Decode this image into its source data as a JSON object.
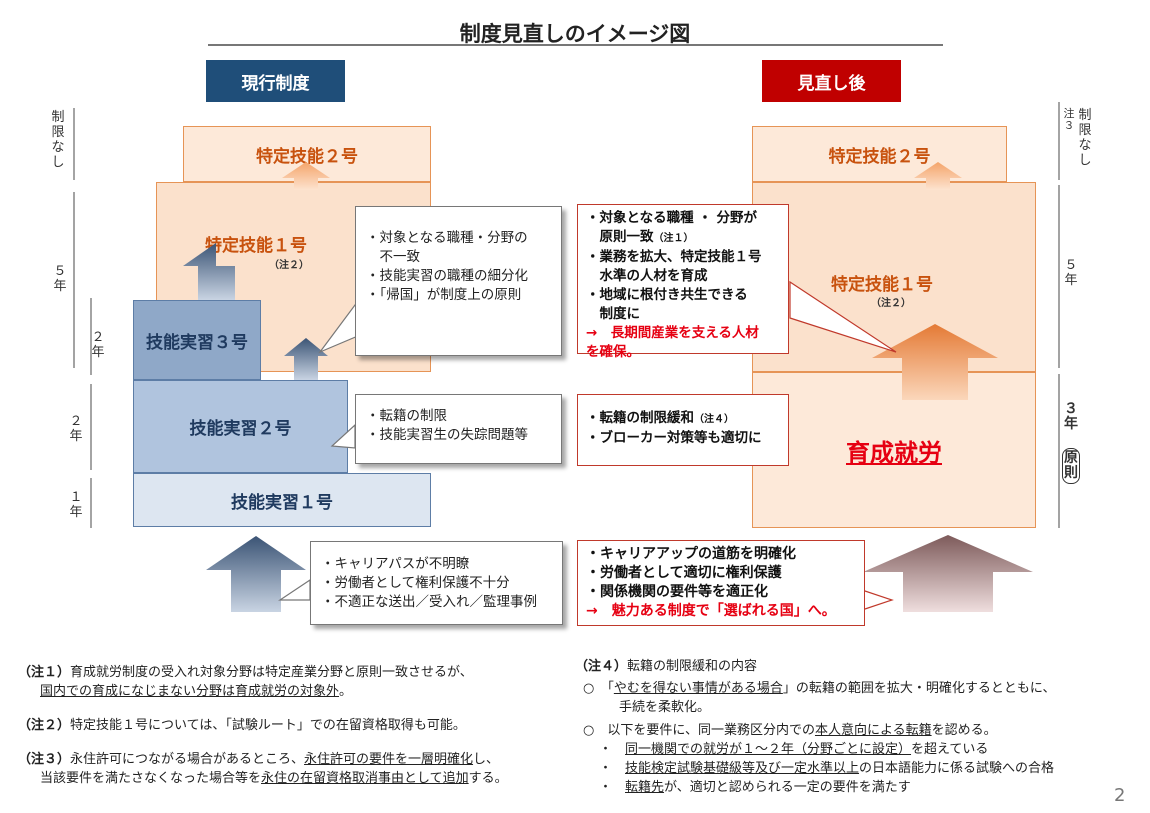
{
  "title": "制度見直しのイメージ図",
  "headers": {
    "current": "現行制度",
    "revised": "見直し後"
  },
  "colors": {
    "current_header": "#1f4e79",
    "revised_header": "#c00000",
    "accent_red": "#e60012"
  },
  "current": {
    "ssw2": "特定技能２号",
    "ssw1": "特定技能１号",
    "ssw1_note": "（注２）",
    "tit3": "技能実習３号",
    "tit2": "技能実習２号",
    "tit1": "技能実習１号"
  },
  "revised": {
    "ssw2": "特定技能２号",
    "ssw1": "特定技能１号",
    "ssw1_note": "（注２）",
    "ikusei": "育成就労"
  },
  "left_axis": {
    "top": "制限なし",
    "five": "５年",
    "two_a": "２年",
    "two_b": "２年",
    "one": "１年"
  },
  "right_axis": {
    "top_note": "注３",
    "top": "制限なし",
    "five": "５年",
    "three": "３年",
    "principle": "原則"
  },
  "issues": {
    "upper": [
      "・対象となる職種・分野の",
      "　不一致",
      "・技能実習の職種の細分化",
      "・「帰国」が制度上の原則"
    ],
    "middle": [
      "・転籍の制限",
      "・技能実習生の失踪問題等"
    ],
    "lower": [
      "・キャリアパスが不明瞭",
      "・労働者として権利保護不十分",
      "・不適正な送出／受入れ／監理事例"
    ]
  },
  "solutions": {
    "upper": {
      "l1": "・対象となる職種 ・ 分野が",
      "l2": "　原則一致",
      "l2_note": "（注１）",
      "l3": "・業務を拡大、特定技能１号",
      "l4": "　水準の人材を育成",
      "l5": "・地域に根付き共生できる",
      "l6": "　制度に",
      "l7": "→　長期間産業を支える人材",
      "l8": "を確保。"
    },
    "middle": {
      "l1": "・転籍の制限緩和",
      "l1_note": "（注４）",
      "l2": "・ブローカー対策等も適切に"
    },
    "lower": {
      "l1": "・キャリアアップの道筋を明確化",
      "l2": "・労働者として適切に権利保護",
      "l3": "・関係機関の要件等を適正化",
      "l4": "→　魅力ある制度で「選ばれる国」へ。"
    }
  },
  "footnotes": {
    "n1_label": "（注１）",
    "n1_a": "育成就労制度の受入れ対象分野は特定産業分野と原則一致させるが、",
    "n1_b": "国内での育成になじまない分野は育成就労の対象外",
    "n1_c": "。",
    "n2_label": "（注２）",
    "n2": "特定技能１号については、「試験ルート」での在留資格取得も可能。",
    "n3_label": "（注３）",
    "n3_a": "永住許可につながる場合があるところ、",
    "n3_b": "永住許可の要件を一層明確化",
    "n3_c": "し、",
    "n3_d": "当該要件を満たさなくなった場合等を",
    "n3_e": "永住の在留資格取消事由として追加",
    "n3_f": "する。",
    "n4_label": "（注４）",
    "n4": "転籍の制限緩和の内容",
    "n4_1a": "○　「",
    "n4_1b": "やむを得ない事情がある場合",
    "n4_1c": "」の転籍の範囲を拡大・明確化するとともに、",
    "n4_1d": "手続を柔軟化。",
    "n4_2a": "○　以下を要件に、同一業務区分内での",
    "n4_2b": "本人意向による転籍",
    "n4_2c": "を認める。",
    "n4_b1a": "・　",
    "n4_b1b": "同一機関での就労が１～２年（分野ごとに設定）",
    "n4_b1c": "を超えている",
    "n4_b2a": "・　",
    "n4_b2b": "技能検定試験基礎級等及び一定水準以上",
    "n4_b2c": "の日本語能力に係る試験への合格",
    "n4_b3a": "・　",
    "n4_b3b": "転籍先",
    "n4_b3c": "が、適切と認められる一定の要件を満たす"
  },
  "page_number": "2"
}
